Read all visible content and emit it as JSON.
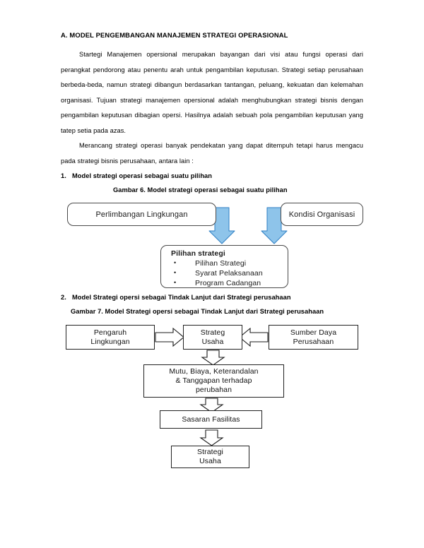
{
  "document": {
    "title": "A. MODEL PENGEMBANGAN MANAJEMEN STRATEGI OPERASIONAL",
    "paragraphs": [
      "Startegi Manajemen opersional merupakan bayangan dari visi atau fungsi operasi dari perangkat pendorong atau penentu arah untuk pengambilan keputusan. Strategi setiap perusahaan berbeda-beda, namun strategi dibangun berdasarkan tantangan, peluang, kekuatan dan kelemahan organisasi. Tujuan strategi manajemen opersional adalah menghubungkan strategi bisnis dengan pengambilan keputusan dibagian opersi. Hasilnya adalah sebuah pola pengambilan keputusan yang tatep setia pada azas.",
      "Merancang strategi operasi banyak pendekatan yang dapat ditempuh tetapi harus mengacu pada strategi bisnis perusahaan, antara lain :"
    ],
    "sections": [
      {
        "number": "1.",
        "heading": "Model strategi operasi sebagai suatu pilihan",
        "figure_caption": "Gambar 6. Model strategi operasi sebagai suatu pilihan"
      },
      {
        "number": "2.",
        "heading": "Model Strategi opersi sebagai Tindak Lanjut dari Strategi perusahaan",
        "figure_caption": "Gambar 7. Model Strategi opersi sebagai Tindak Lanjut dari Strategi perusahaan"
      }
    ]
  },
  "figure6": {
    "boxes": {
      "pertimbangan": "Perlimbangan Lingkungan",
      "kondisi": "Kondisi Organisasi",
      "pilihan_heading": "Pilihan strategi",
      "pilihan_items": [
        "Pilihan Strategi",
        "Syarat Pelaksanaan",
        "Program Cadangan"
      ]
    },
    "arrow_color": "#8ec4ea",
    "arrow_stroke": "#2f7fc4",
    "box_border": "#4a4a4a"
  },
  "figure7": {
    "boxes": {
      "pengaruh_line1": "Pengaruh",
      "pengaruh_line2": "Lingkungan",
      "strateg_line1": "Strateg",
      "strateg_line2": "Usaha",
      "sumber_line1": "Sumber Daya",
      "sumber_line2": "Perusahaan",
      "mutu_line1": "Mutu, Biaya, Keterandalan",
      "mutu_line2": "& Tanggapan terhadap",
      "mutu_line3": "perubahan",
      "sasaran": "Sasaran Fasilitas",
      "strategi_line1": "Strategi",
      "strategi_line2": "Usaha"
    },
    "arrow_fill": "#ffffff",
    "arrow_stroke": "#1a1a1a",
    "box_border": "#222222"
  }
}
